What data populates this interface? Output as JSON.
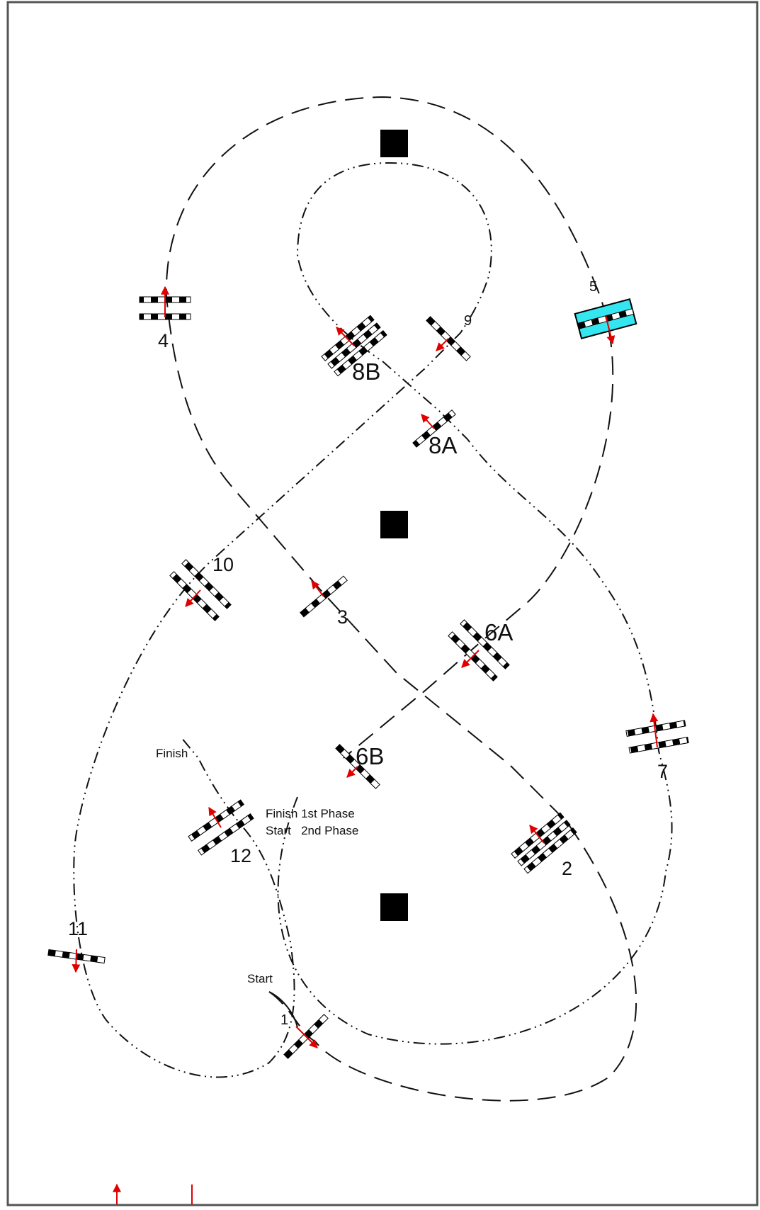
{
  "course": {
    "obstacle_labels": {
      "o1": "1",
      "o2": "2",
      "o3": "3",
      "o4": "4",
      "o5": "5",
      "o6a": "6A",
      "o6b": "6B",
      "o7": "7",
      "o8a": "8A",
      "o8b": "8B",
      "o9": "9",
      "o10": "10",
      "o11": "11",
      "o12": "12"
    },
    "notes": {
      "start": "Start",
      "finish": "Finish",
      "phase_line1": "Finish 1st Phase",
      "phase_line2": "Start   2nd Phase"
    }
  },
  "colors": {
    "arrow": "#e00000",
    "highlight_fence": "#33e6f0",
    "track": "#111111",
    "frame": "#555555"
  }
}
